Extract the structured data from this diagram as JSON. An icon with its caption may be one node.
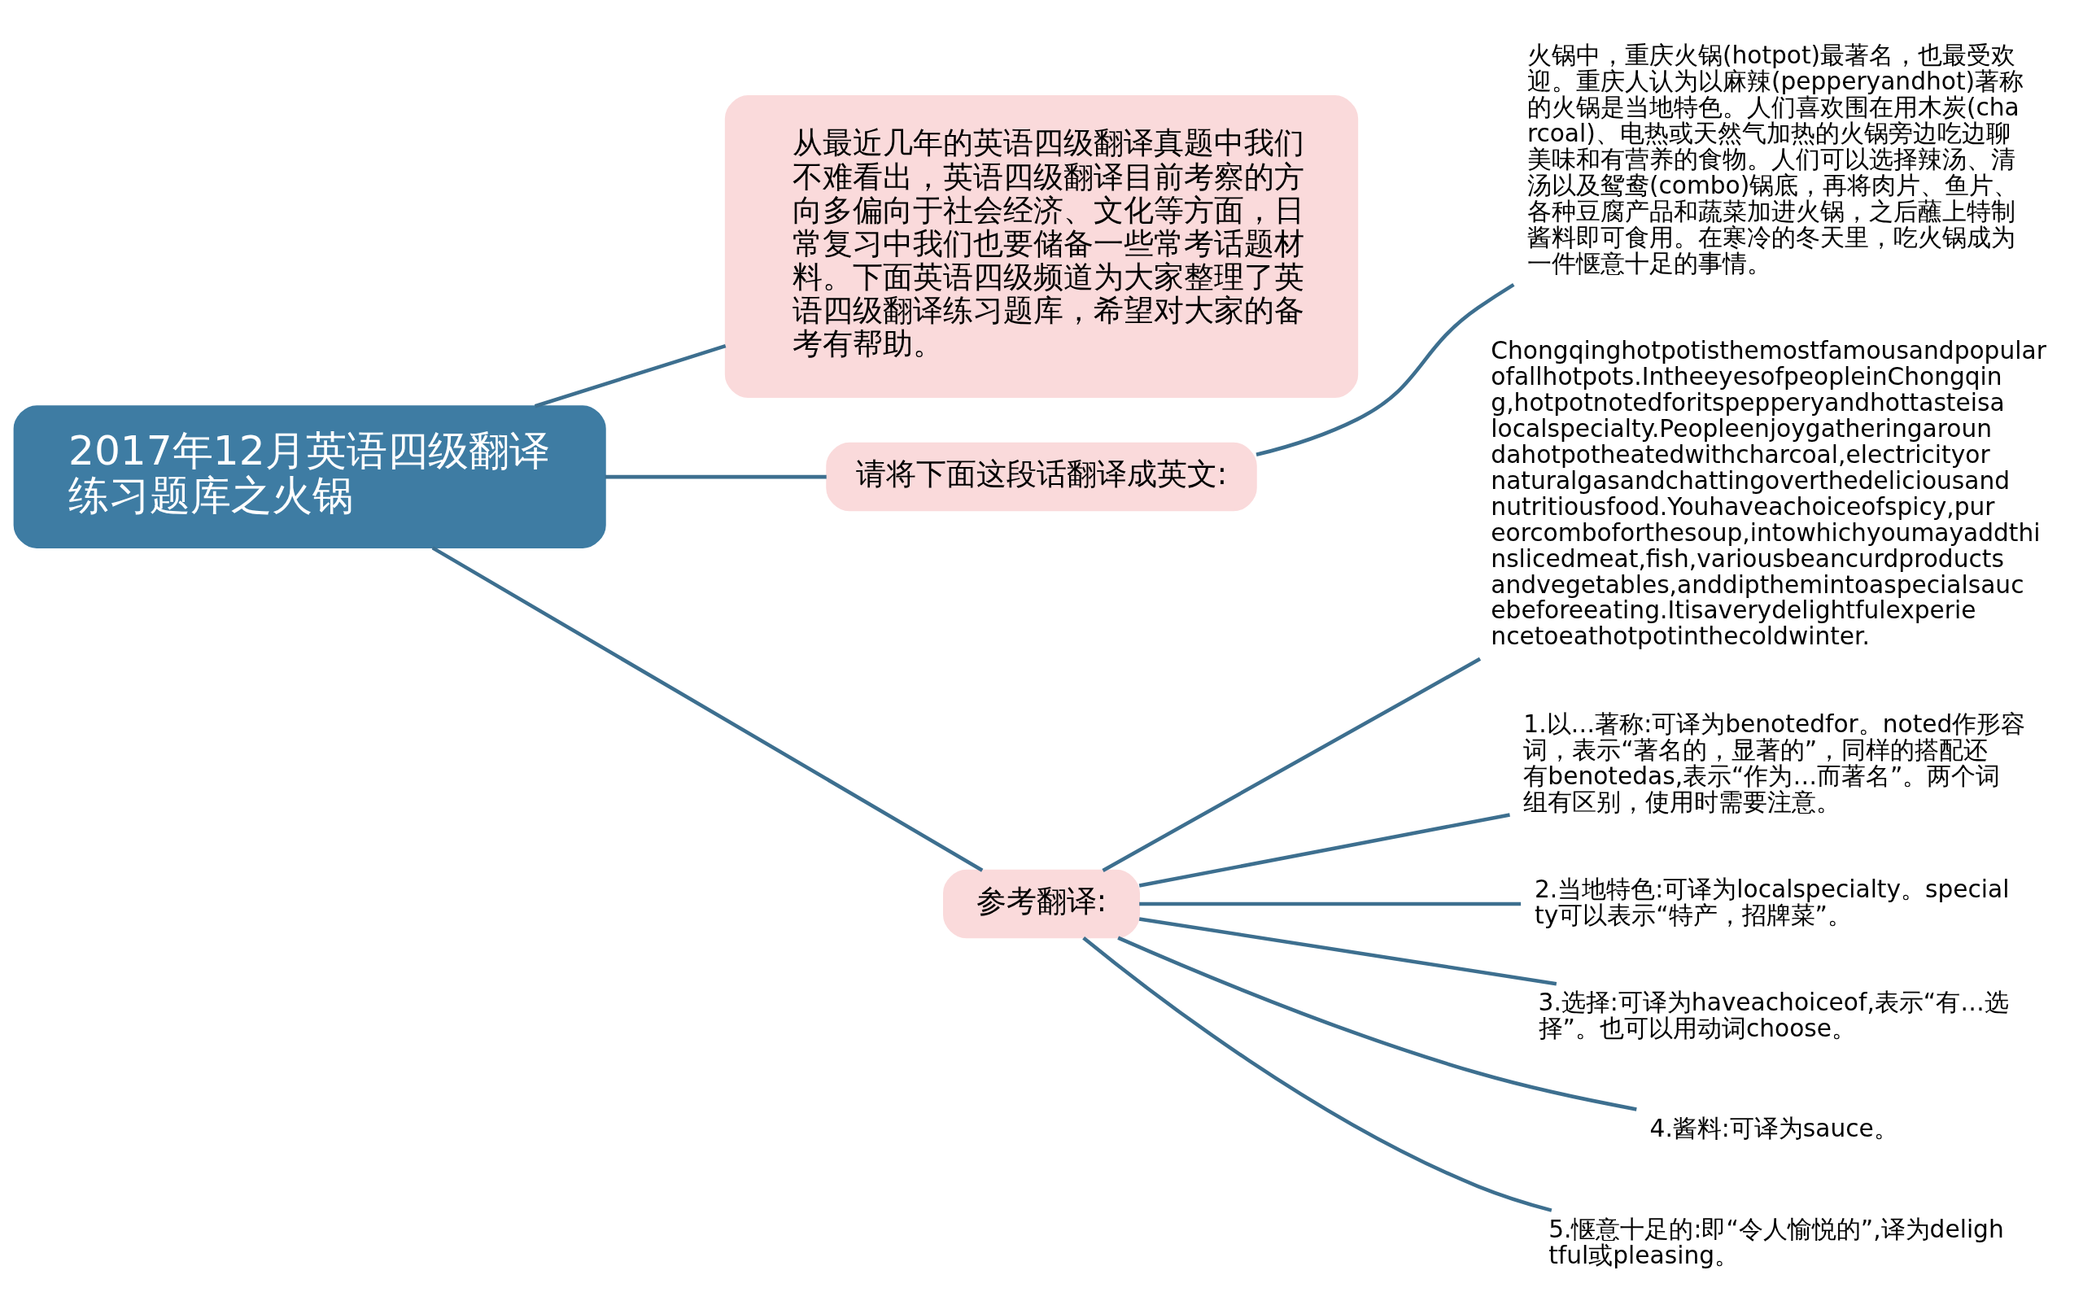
{
  "diagram": {
    "nodes": [
      {
        "text": [
          "2017年12月英语四级翻译练习题库之火锅"
        ]
      },
      {
        "text": [
          "从最近几年的英语四级翻译真题中我们不难看出，英语四级翻译目前考察的方向多偏向于社会经济、文化等方面，日常复习中我们也要储备一些常考话题材料。下面英语四级频道为大家整理了英语四级翻译练习题库，希望对大家的备考有帮助。"
        ]
      },
      {
        "text": [
          "请将下面这段话翻译成英文:"
        ]
      },
      {
        "text": [
          "火锅中，重庆火锅(hotpot)最著名，也最受欢迎。重庆人认为以麻辣(pepperyandhot)著称的火锅是当地特色。人们喜欢围在用木炭(charcoal)、电热或天然气加热的火锅旁边吃边聊美味和有营养的食物。人们可以选择辣汤、清汤以及鸳鸯(combo)锅底，再将肉片、鱼片、各种豆腐产品和蔬菜加进火锅，之后蘸上特制酱料即可食用。在寒冷的冬天里，吃火锅成为一件惬意十足的事情。"
        ]
      },
      {
        "text": [
          "参考翻译:"
        ]
      },
      {
        "text": [
          "Chongqinghotpotisthemostfamousandpopularofallhotpots.IntheeyesofpeopleinChongqing,hotpotnotedforitspepperyandhottasteisalocalspecialty.Peopleenjoygatheringaroundahotpotheatedwithcharcoal,electricityornaturalgasandchattingoverthedeliciousandnutritiousfood.Youhaveachoiceofspicy,pureorcomboforthesoup,intowhichyoumayaddthinslicedmeat,fish,variousbeancurdproductsandvegetables,anddipthemintoaspecialsaucebeforeeating.Itisaverydelightfulexperiencetoeathotpotinthecoldwinter."
        ]
      },
      {
        "text": [
          "1.以…著称:可译为benotedfor。noted作形容词，表示“著名的，显著的”，同样的搭配还有benotedas,表示“作为…而著名”。两个词组有区别，使用时需要注意。"
        ]
      },
      {
        "text": [
          "2.当地特色:可译为localspecialty。specialty可以表示“特产，招牌菜”。"
        ]
      },
      {
        "text": [
          "3.选择:可译为haveachoiceof,表示“有…选择”。也可以用动词choose。"
        ]
      },
      {
        "text": [
          "4.酱料:可译为sauce。"
        ]
      },
      {
        "text": [
          "5.惬意十足的:即“令人愉悦的”,译为delightful或pleasing。"
        ]
      }
    ],
    "edges": [
      {
        "from": 0,
        "to": 1,
        "arrow": "none"
      },
      {
        "from": 0,
        "to": 2,
        "arrow": "none"
      },
      {
        "from": 2,
        "to": 3,
        "arrow": "none"
      },
      {
        "from": 0,
        "to": 4,
        "arrow": "none"
      },
      {
        "from": 4,
        "to": 5,
        "arrow": "none"
      },
      {
        "from": 4,
        "to": 6,
        "arrow": "none"
      },
      {
        "from": 4,
        "to": 7,
        "arrow": "none"
      },
      {
        "from": 4,
        "to": 8,
        "arrow": "none"
      },
      {
        "from": 4,
        "to": 9,
        "arrow": "none"
      },
      {
        "from": 4,
        "to": 10,
        "arrow": "none"
      }
    ]
  }
}
